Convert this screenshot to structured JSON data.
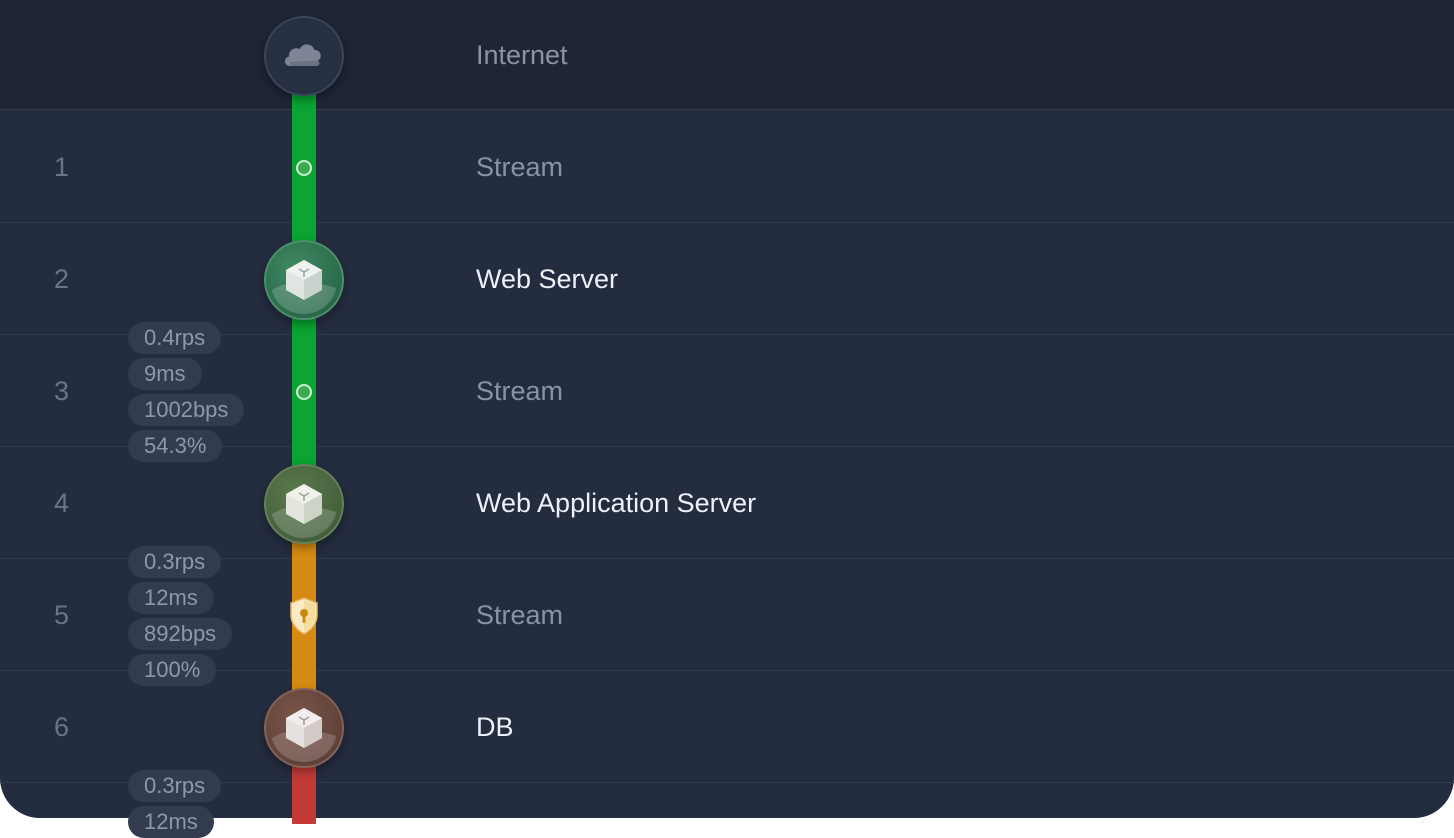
{
  "colors": {
    "panel": "#242c3f",
    "header": "#1f2535",
    "healthy": "#0aa532",
    "warning": "#d68a12",
    "critical": "#c43a36"
  },
  "rows": [
    {
      "number": "",
      "label": "Internet",
      "kind": "endpoint",
      "icon": "cloud-icon"
    },
    {
      "number": "1",
      "label": "Stream",
      "kind": "stream",
      "status": "healthy"
    },
    {
      "number": "2",
      "label": "Web Server",
      "kind": "service",
      "icon": "cube-icon"
    },
    {
      "number": "3",
      "label": "Stream",
      "kind": "stream",
      "status": "healthy"
    },
    {
      "number": "4",
      "label": "Web Application Server",
      "kind": "service",
      "icon": "cube-icon"
    },
    {
      "number": "5",
      "label": "Stream",
      "kind": "stream",
      "status": "warning",
      "icon": "shield-key-icon"
    },
    {
      "number": "6",
      "label": "DB",
      "kind": "service",
      "icon": "cube-icon"
    }
  ],
  "metrics": [
    {
      "rps": "0.4rps",
      "latency": "9ms",
      "throughput": "1002bps",
      "percent": "54.3%"
    },
    {
      "rps": "0.3rps",
      "latency": "12ms",
      "throughput": "892bps",
      "percent": "100%"
    },
    {
      "rps": "0.3rps",
      "latency": "12ms"
    }
  ]
}
